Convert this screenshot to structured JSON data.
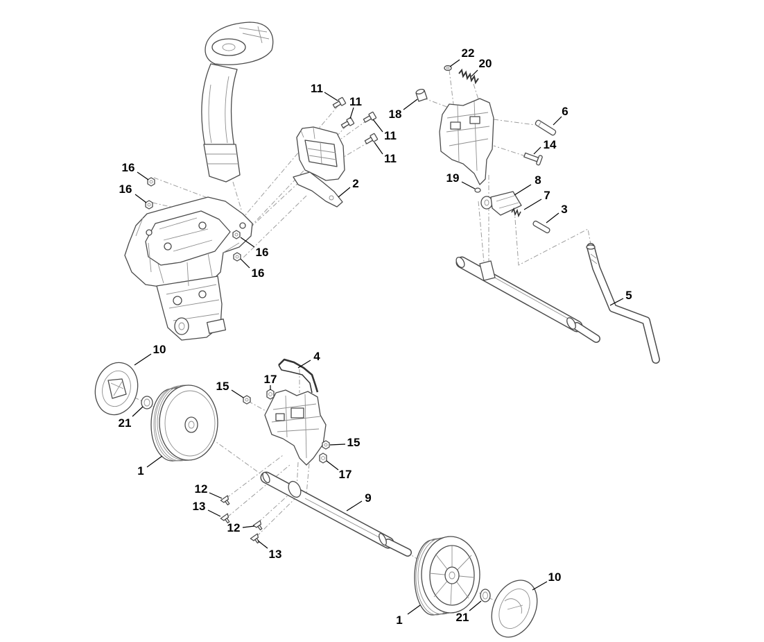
{
  "diagram": {
    "callouts": [
      "22",
      "20",
      "11",
      "11",
      "18",
      "6",
      "11",
      "14",
      "11",
      "16",
      "16",
      "2",
      "19",
      "8",
      "7",
      "3",
      "16",
      "16",
      "5",
      "10",
      "4",
      "15",
      "17",
      "21",
      "1",
      "15",
      "17",
      "9",
      "12",
      "13",
      "12",
      "13",
      "10",
      "1",
      "21"
    ]
  }
}
